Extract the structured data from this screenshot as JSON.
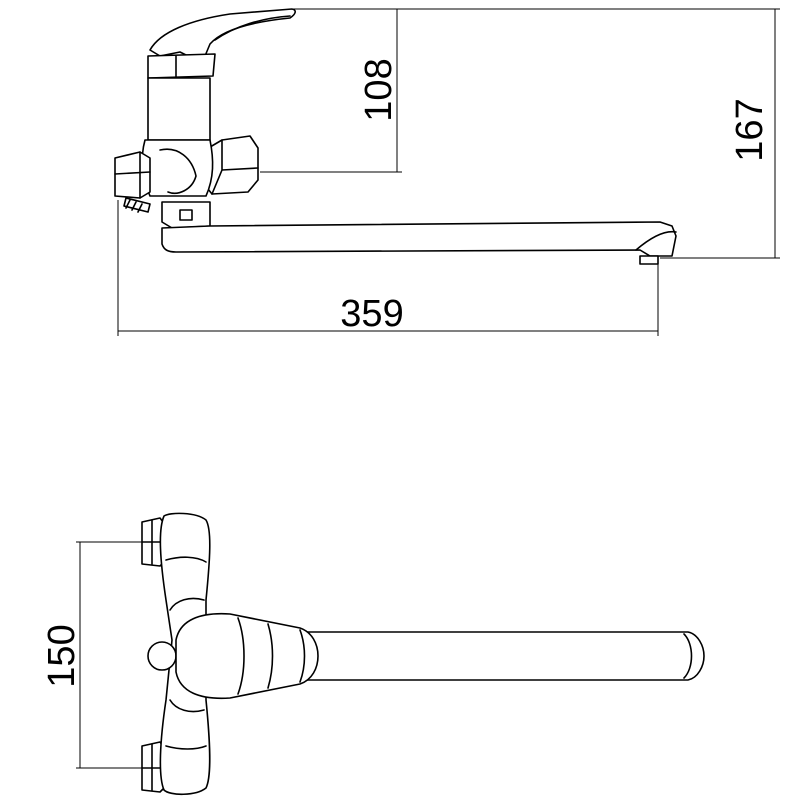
{
  "dimensions": {
    "spout_length": "359",
    "handle_height": "108",
    "total_height": "167",
    "connection_spacing": "150"
  },
  "colors": {
    "line": "#000000",
    "background": "#ffffff"
  }
}
